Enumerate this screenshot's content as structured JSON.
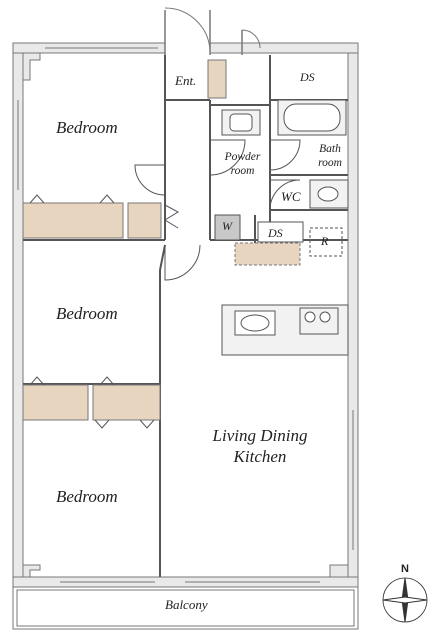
{
  "rooms": {
    "bedroom_1": "Bedroom",
    "bedroom_2": "Bedroom",
    "bedroom_3": "Bedroom",
    "entrance": "Ent.",
    "ds_top": "DS",
    "powder_room": "Powder room",
    "bath_room": "Bath room",
    "wc": "WC",
    "washer": "W",
    "ds_mid": "DS",
    "refrigerator": "R",
    "ldk": "Living Dining Kitchen",
    "balcony": "Balcony"
  },
  "compass": {
    "north": "N"
  },
  "colors": {
    "wall": "#777777",
    "wall_fill": "#e9e9e9",
    "closet": "#e8d5c0",
    "fixture": "#f2f2f2",
    "washer": "#c8c8c8",
    "line": "#555555"
  }
}
